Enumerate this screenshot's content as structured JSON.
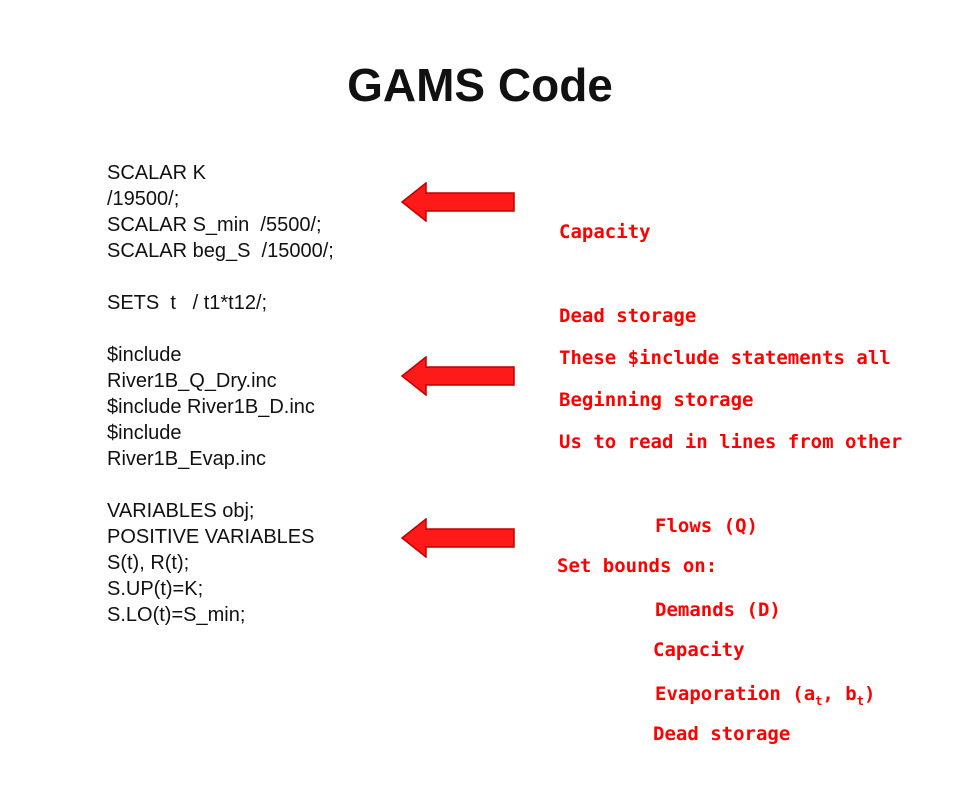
{
  "title": "GAMS Code",
  "code_lines": [
    "SCALAR K",
    "/19500/;",
    "SCALAR S_min  /5500/;",
    "SCALAR beg_S  /15000/;",
    "",
    "SETS  t   / t1*t12/;",
    "",
    "$include",
    "River1B_Q_Dry.inc",
    "$include River1B_D.inc",
    "$include",
    "River1B_Evap.inc",
    "",
    "VARIABLES obj;",
    "POSITIVE VARIABLES",
    "S(t), R(t);",
    "S.UP(t)=K;",
    "S.LO(t)=S_min;"
  ],
  "note_scalars": {
    "lines": [
      "Capacity",
      "Dead storage",
      "Beginning storage"
    ]
  },
  "note_include": {
    "line1": "These $include statements all",
    "line2": "Us to read in lines from other",
    "item1": "Flows (Q)",
    "item2": "Demands (D)",
    "item3_prefix": "Evaporation (a",
    "item3_sub1": "t",
    "item3_mid": ", b",
    "item3_sub2": "t",
    "item3_suffix": ")"
  },
  "note_bounds": {
    "heading": "Set bounds on:",
    "item1": "Capacity",
    "item2": "Dead storage"
  },
  "colors": {
    "accent": "#ff0000",
    "arrow_fill": "#ff1a1a",
    "text": "#111111"
  }
}
